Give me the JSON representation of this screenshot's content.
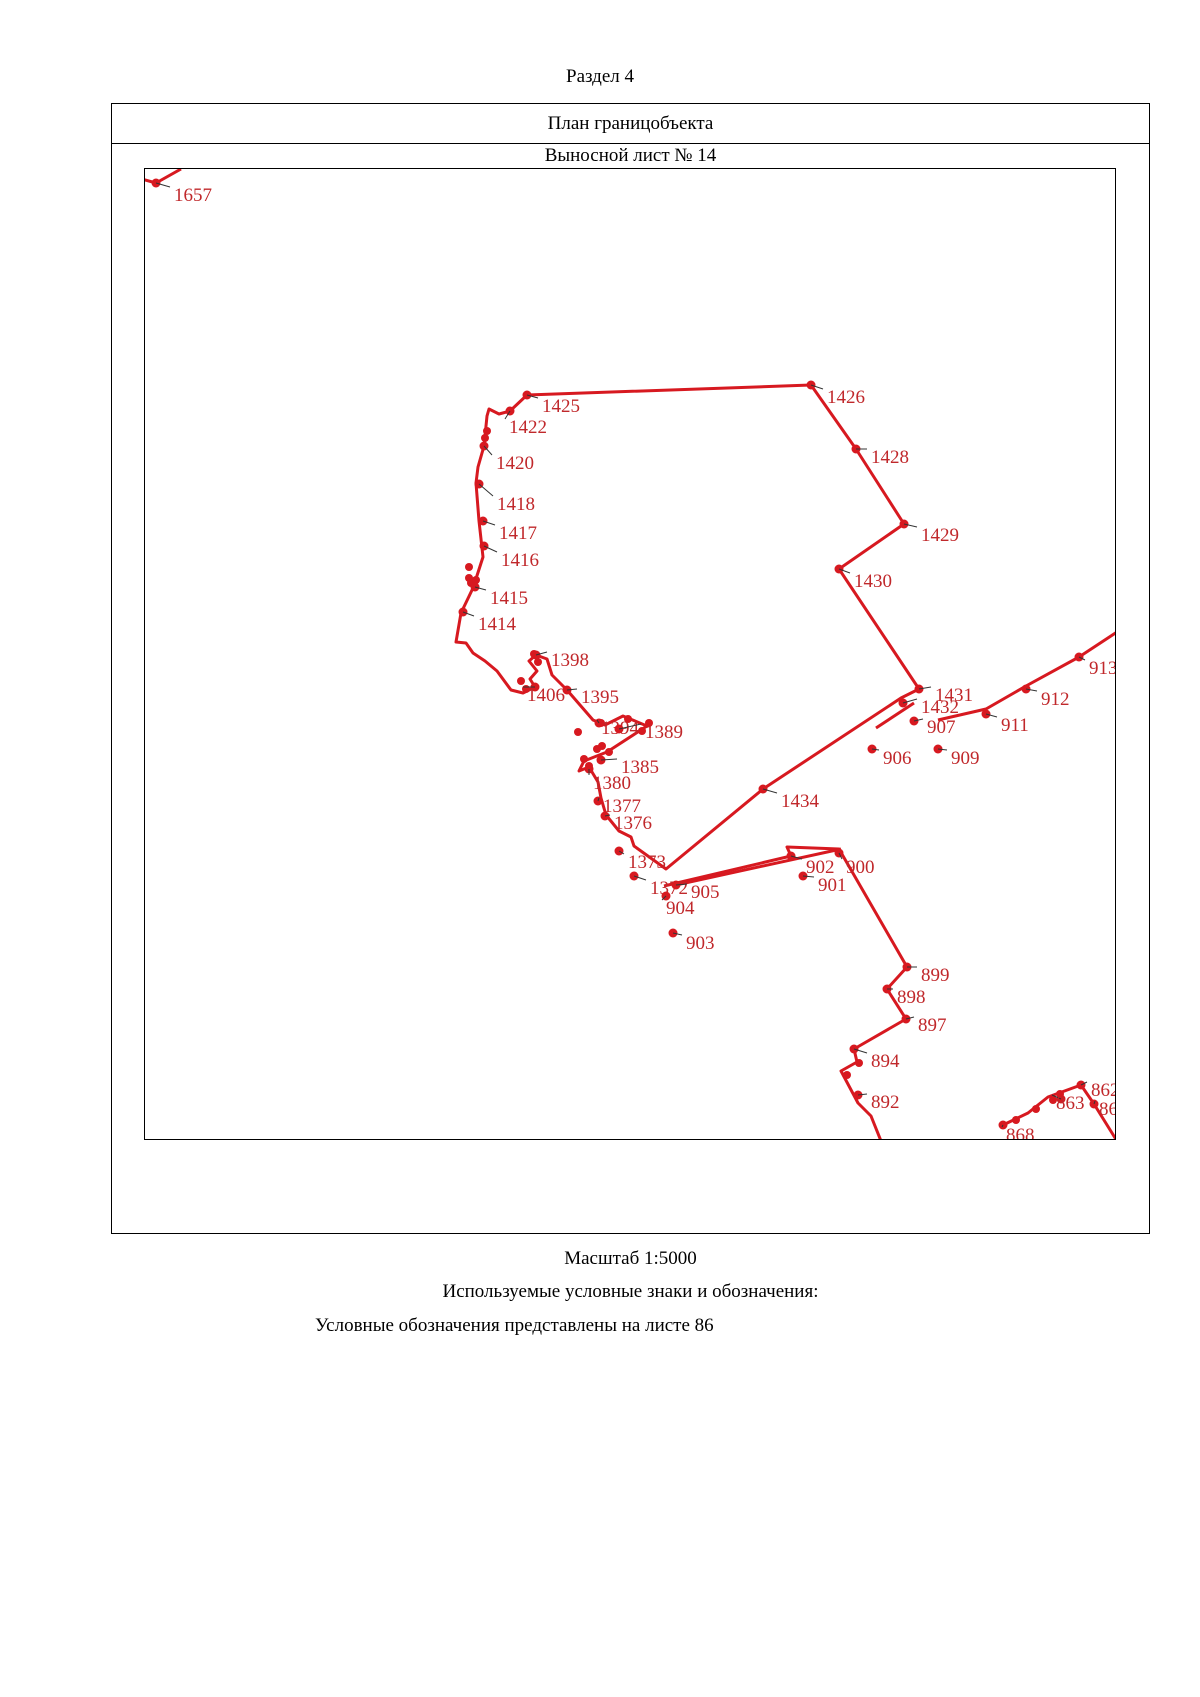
{
  "header": {
    "section": "Раздел 4"
  },
  "plan": {
    "title": "План границобъекта",
    "sheet_title": "Выносной лист № 14"
  },
  "map": {
    "line_color": "#d71920",
    "label_color": "#c0282b",
    "points": [
      {
        "label": "1657"
      },
      {
        "label": "1426"
      },
      {
        "label": "1425"
      },
      {
        "label": "1422"
      },
      {
        "label": "1420"
      },
      {
        "label": "1418"
      },
      {
        "label": "1417"
      },
      {
        "label": "1416"
      },
      {
        "label": "1415"
      },
      {
        "label": "1414"
      },
      {
        "label": "1398"
      },
      {
        "label": "1406"
      },
      {
        "label": "1395"
      },
      {
        "label": "1394"
      },
      {
        "label": "1389"
      },
      {
        "label": "1385"
      },
      {
        "label": "1380"
      },
      {
        "label": "1377"
      },
      {
        "label": "1376"
      },
      {
        "label": "1373"
      },
      {
        "label": "1372"
      },
      {
        "label": "1428"
      },
      {
        "label": "1429"
      },
      {
        "label": "1430"
      },
      {
        "label": "1431"
      },
      {
        "label": "1432"
      },
      {
        "label": "1434"
      },
      {
        "label": "907"
      },
      {
        "label": "909"
      },
      {
        "label": "906"
      },
      {
        "label": "905"
      },
      {
        "label": "904"
      },
      {
        "label": "903"
      },
      {
        "label": "902"
      },
      {
        "label": "901"
      },
      {
        "label": "900"
      },
      {
        "label": "899"
      },
      {
        "label": "898"
      },
      {
        "label": "897"
      },
      {
        "label": "894"
      },
      {
        "label": "892"
      },
      {
        "label": "911"
      },
      {
        "label": "912"
      },
      {
        "label": "913"
      },
      {
        "label": "862"
      },
      {
        "label": "863"
      },
      {
        "label": "86"
      },
      {
        "label": "868"
      }
    ]
  },
  "scale": {
    "text": "Масштаб 1:5000"
  },
  "legend": {
    "title": "Используемые условные знаки и обозначения:",
    "text": "Условные обозначения представлены на листе 86"
  }
}
